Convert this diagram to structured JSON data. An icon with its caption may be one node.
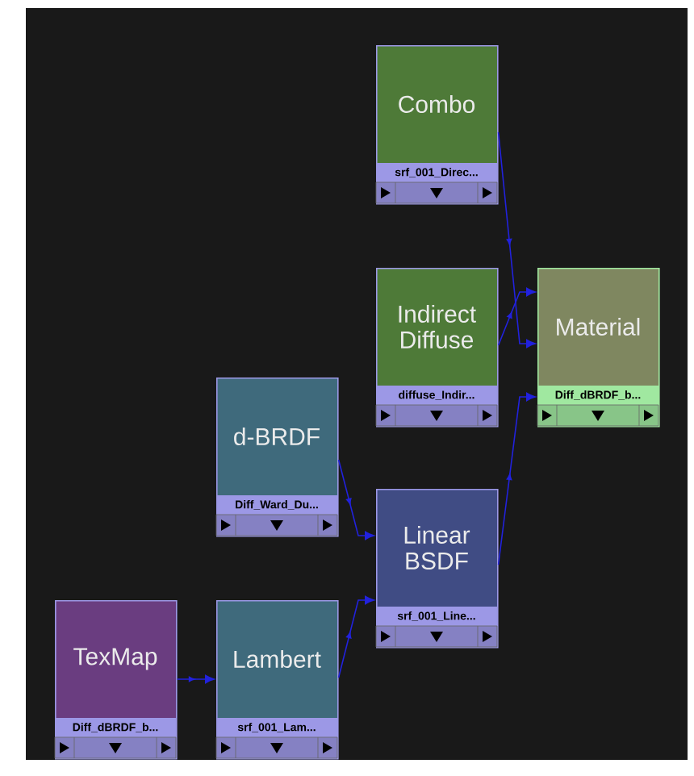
{
  "diagram": {
    "nodes": [
      {
        "text": [
          "Combo",
          "srf_001_Direc..."
        ]
      },
      {
        "text": [
          "Indirect Diffuse",
          "diffuse_Indir..."
        ]
      },
      {
        "text": [
          "Material",
          "Diff_dBRDF_b..."
        ]
      },
      {
        "text": [
          "d-BRDF",
          "Diff_Ward_Du..."
        ]
      },
      {
        "text": [
          "Linear BSDF",
          "srf_001_Line..."
        ]
      },
      {
        "text": [
          "TexMap",
          "Diff_dBRDF_b..."
        ]
      },
      {
        "text": [
          "Lambert",
          "srf_001_Lam..."
        ]
      }
    ],
    "edges": [
      {
        "from": 0,
        "to": 2,
        "arrow": "to"
      },
      {
        "from": 1,
        "to": 2,
        "arrow": "to"
      },
      {
        "from": 4,
        "to": 2,
        "arrow": "to"
      },
      {
        "from": 3,
        "to": 4,
        "arrow": "to"
      },
      {
        "from": 6,
        "to": 4,
        "arrow": "to"
      },
      {
        "from": 5,
        "to": 6,
        "arrow": "to"
      }
    ]
  }
}
